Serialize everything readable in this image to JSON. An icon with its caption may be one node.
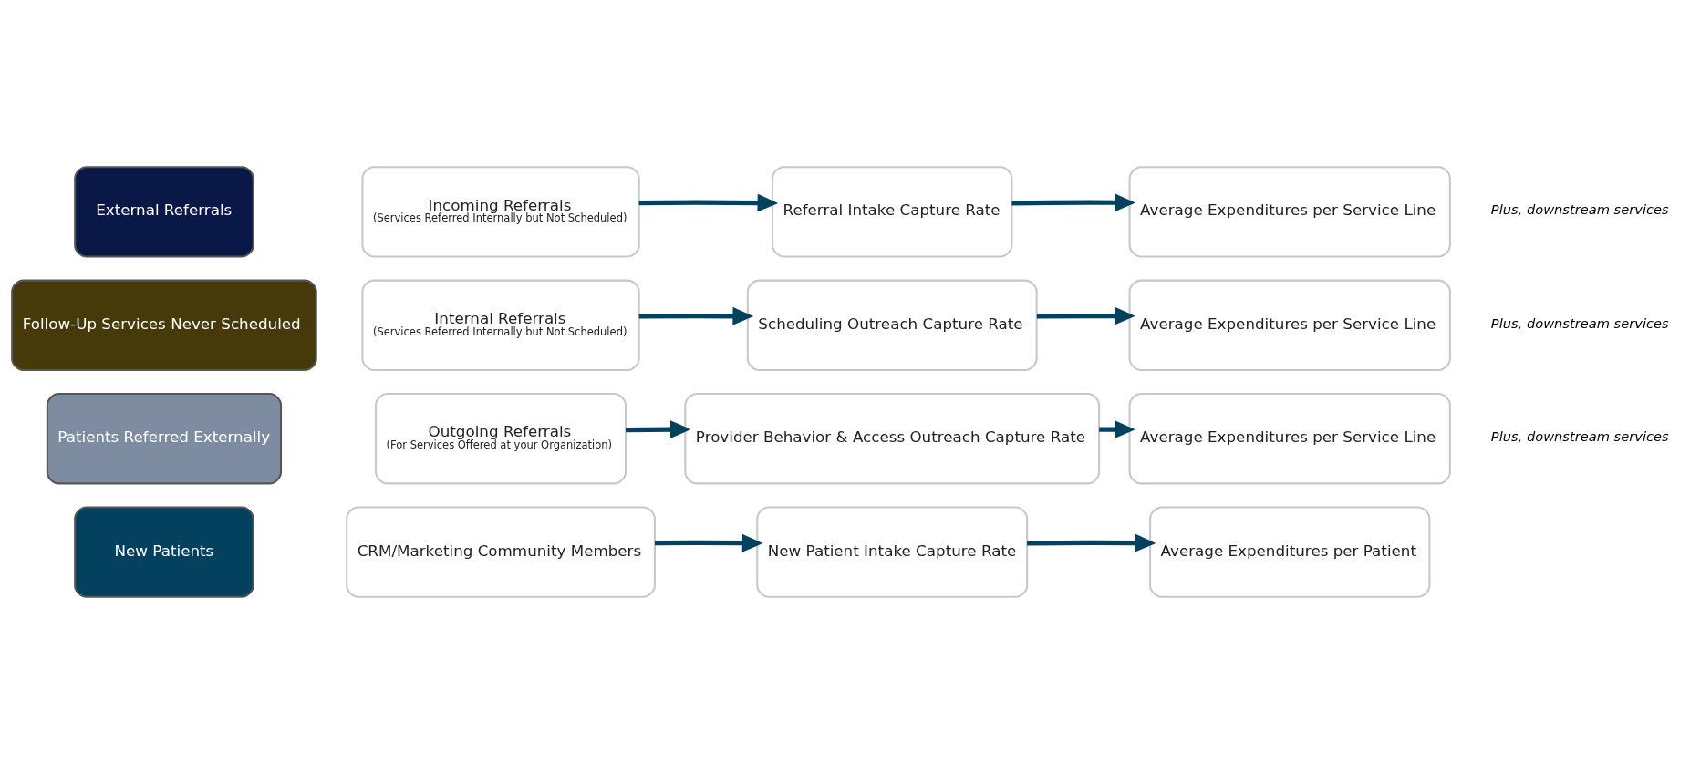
{
  "diagram": {
    "nodes": [
      {
        "text": [
          "New Patients"
        ]
      },
      {
        "text": [
          "CRM/Marketing Community Members"
        ]
      },
      {
        "text": [
          "New Patient Intake Capture Rate"
        ]
      },
      {
        "text": [
          "Average Expenditures per Patient"
        ]
      },
      {
        "text": [
          "Patients Referred Externally"
        ]
      },
      {
        "text": [
          "Outgoing Referrals",
          "(For Services Offered at your Organization)"
        ]
      },
      {
        "text": [
          "Provider Behavior & Access Outreach Capture Rate"
        ]
      },
      {
        "text": [
          "Average Expenditures per Service Line"
        ],
        "beside": [
          "Plus, downstream services"
        ]
      },
      {
        "text": [
          "Follow-Up Services Never Scheduled"
        ]
      },
      {
        "text": [
          "Internal Referrals",
          "(Services Referred Internally but Not Scheduled)"
        ]
      },
      {
        "text": [
          "Scheduling Outreach Capture Rate"
        ]
      },
      {
        "text": [
          "Average Expenditures per Service Line"
        ],
        "beside": [
          "Plus, downstream services"
        ]
      },
      {
        "text": [
          "External Referrals"
        ]
      },
      {
        "text": [
          "Incoming Referrals",
          "(Services Referred Internally but Not Scheduled)"
        ]
      },
      {
        "text": [
          "Referral Intake Capture Rate"
        ]
      },
      {
        "text": [
          "Average Expenditures per Service Line"
        ],
        "beside": [
          "Plus, downstream services"
        ]
      }
    ],
    "edges": [
      {
        "from": 1,
        "to": 2,
        "arrow": "to"
      },
      {
        "from": 2,
        "to": 3,
        "arrow": "to"
      },
      {
        "from": 5,
        "to": 6,
        "arrow": "to"
      },
      {
        "from": 6,
        "to": 7,
        "arrow": "to"
      },
      {
        "from": 9,
        "to": 10,
        "arrow": "to"
      },
      {
        "from": 10,
        "to": 11,
        "arrow": "to"
      },
      {
        "from": 13,
        "to": 14,
        "arrow": "to"
      },
      {
        "from": 14,
        "to": 15,
        "arrow": "to"
      }
    ]
  }
}
